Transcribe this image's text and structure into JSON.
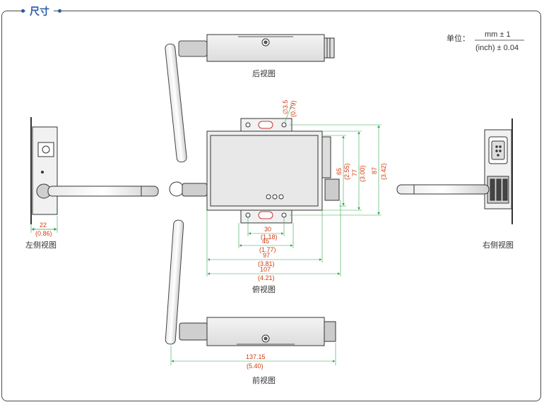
{
  "header": {
    "title": "尺寸"
  },
  "tolerance": {
    "prefix": "单位：",
    "numerator": "mm ± 1",
    "denominator": "(inch) ± 0.04"
  },
  "views": {
    "rear": "后视图",
    "left": "左侧视图",
    "right": "右侧视图",
    "top": "俯视图",
    "front": "前视图"
  },
  "dimensions": {
    "hole_dia": "∅3.5",
    "hole_dia_in": "(0.79)",
    "d22": "22",
    "d22_in": "(0.86)",
    "d30": "30",
    "d30_in": "(1.18)",
    "d45": "45",
    "d45_in": "(1.77)",
    "d97": "97",
    "d97_in": "(3.81)",
    "d107": "107",
    "d107_in": "(4.21)",
    "d65": "65",
    "d65_in": "(2.55)",
    "d77": "77",
    "d77_in": "(3.00)",
    "d87": "87",
    "d87_in": "(3.42)",
    "d137": "137.15",
    "d137_in": "(5.40)"
  },
  "colors": {
    "dimension_line": "#2fa84a",
    "dimension_text": "#d03b10",
    "accent": "#2a5aa8",
    "outline": "#333333"
  }
}
